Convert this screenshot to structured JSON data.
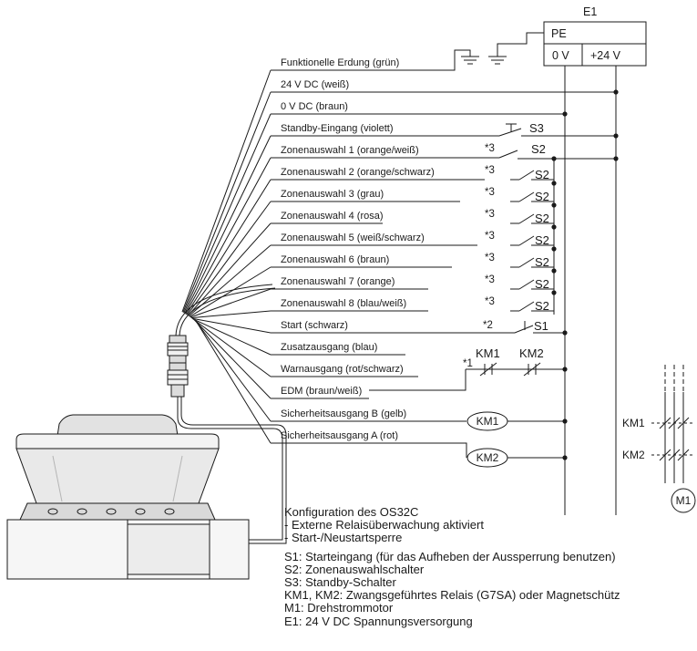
{
  "power_supply": {
    "name": "E1",
    "pe": "PE",
    "zero_v": "0 V",
    "plus24": "+24 V"
  },
  "wires": [
    "Funktionelle Erdung (grün)",
    "24 V DC (weiß)",
    "0 V DC (braun)",
    "Standby-Eingang (violett)",
    "Zonenauswahl 1 (orange/weiß)",
    "Zonenauswahl 2 (orange/schwarz)",
    "Zonenauswahl 3 (grau)",
    "Zonenauswahl 4 (rosa)",
    "Zonenauswahl 5 (weiß/schwarz)",
    "Zonenauswahl 6 (braun)",
    "Zonenauswahl 7 (orange)",
    "Zonenauswahl 8 (blau/weiß)",
    "Start (schwarz)",
    "Zusatzausgang (blau)",
    "Warnausgang (rot/schwarz)",
    "EDM (braun/weiß)",
    "Sicherheitsausgang B (gelb)",
    "Sicherheitsausgang A (rot)"
  ],
  "footnotes": {
    "zone": "*3",
    "start": "*2",
    "edm": "*1"
  },
  "switches": {
    "s1": "S1",
    "s2": "S2",
    "s3": "S3"
  },
  "relays": {
    "km1": "KM1",
    "km2": "KM2"
  },
  "motor": {
    "label": "M1"
  },
  "notes": {
    "title": "Konfiguration des OS32C",
    "config": [
      "- Externe Relaisüberwachung aktiviert",
      "- Start-/Neustartsperre"
    ],
    "legend": [
      "S1: Starteingang (für das Aufheben der Aussperrung benutzen)",
      "S2: Zonenauswahlschalter",
      "S3: Standby-Schalter",
      "KM1, KM2: Zwangsgeführtes Relais (G7SA) oder Magnetschütz",
      "M1: Drehstrommotor",
      "E1: 24 V DC Spannungsversorgung"
    ]
  }
}
